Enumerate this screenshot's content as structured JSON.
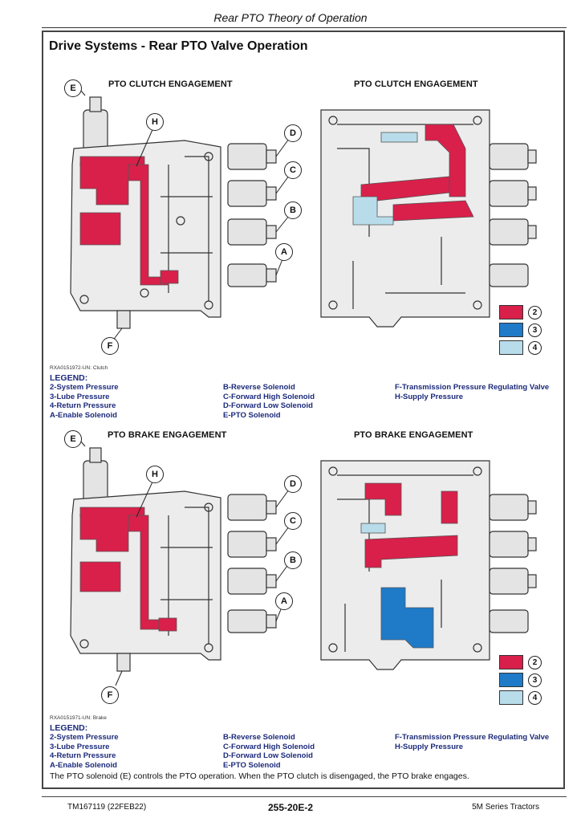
{
  "header": {
    "title": "Rear PTO Theory of Operation"
  },
  "section_title": "Drive Systems - Rear PTO Valve Operation",
  "colors": {
    "system_pressure": "#d8204a",
    "lube_pressure": "#1f7ac8",
    "return_pressure": "#b8dcea"
  },
  "top": {
    "left_title": "PTO CLUTCH ENGAGEMENT",
    "right_title": "PTO CLUTCH ENGAGEMENT",
    "figure_id": "RXA0151972-UN: Clutch"
  },
  "bottom": {
    "left_title": "PTO BRAKE ENGAGEMENT",
    "right_title": "PTO BRAKE ENGAGEMENT",
    "figure_id": "RXA0151971-UN: Brake"
  },
  "callouts": {
    "a": "A",
    "b": "B",
    "c": "C",
    "d": "D",
    "e": "E",
    "f": "F",
    "h": "H"
  },
  "key": {
    "k2": "2",
    "k3": "3",
    "k4": "4"
  },
  "legend": {
    "title": "LEGEND:",
    "col1": [
      "2-System Pressure",
      "3-Lube Pressure",
      "4-Return Pressure",
      "A-Enable Solenoid"
    ],
    "col2": [
      "B-Reverse Solenoid",
      "C-Forward High Solenoid",
      "D-Forward Low Solenoid",
      "E-PTO Solenoid"
    ],
    "col3": [
      "F-Transmission Pressure Regulating Valve",
      "H-Supply Pressure"
    ]
  },
  "note": "The PTO solenoid (E) controls the PTO operation. When the PTO clutch is disengaged, the PTO brake engages.",
  "footer": {
    "left": "TM167119 (22FEB22)",
    "center": "255-20E-2",
    "right": "5M Series Tractors"
  }
}
